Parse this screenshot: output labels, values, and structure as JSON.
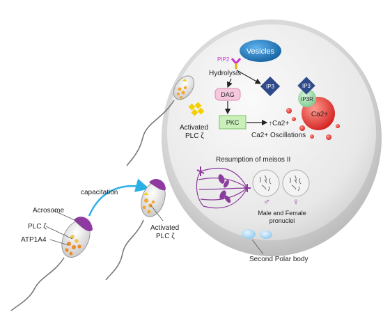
{
  "colors": {
    "egg_outer": "#cfcfcf",
    "egg_inner": "#e9e9e9",
    "vesicle": "#1a7ac6",
    "pip2": "#cc33cc",
    "ip3_diamond": "#2f4a8a",
    "dag_box": "#f6c8de",
    "pkc_box": "#c9f0b8",
    "ca_sphere": "#e53935",
    "ip3r": "#9ed9a8",
    "acrosome": "#8e3aa0",
    "plc": "#f4c542",
    "atp": "#f08a24",
    "arrow": "#2ab0e4",
    "chromosome": "#8b3b9c"
  },
  "labels": {
    "vesicles": "Vesicles",
    "pip2": "PIP2",
    "hydrolysis": "Hydrolysis",
    "ip3": "IP3",
    "ip3_receptor": "IP3",
    "ip3r": "IP3R",
    "dag": "DAG",
    "pkc": "PKC",
    "ca_up": "↑Ca2+",
    "ca_oscillations": "Ca2+ Oscillations",
    "ca_sphere": "Ca2+",
    "activated_plc_inside_1": "Activated",
    "activated_plc_inside_2": "PLC ζ",
    "resumption": "Resumption of meisos II",
    "male_symbol": "♂",
    "female_symbol": "♀",
    "pronuclei_1": "Male and Female",
    "pronuclei_2": "pronuclei",
    "polar_body": "Second Polar body",
    "capacitation": "capacitation",
    "acrosome": "Acrosome",
    "plc_zeta": "PLC ζ",
    "atp1a4": "ATP1A4",
    "activated_plc_outside_1": "Activated",
    "activated_plc_outside_2": "PLC ζ"
  },
  "icons": [
    "plc-diamond-icon",
    "ip3-diamond-icon",
    "pip2-glyph-icon",
    "male-symbol-icon",
    "female-symbol-icon"
  ]
}
